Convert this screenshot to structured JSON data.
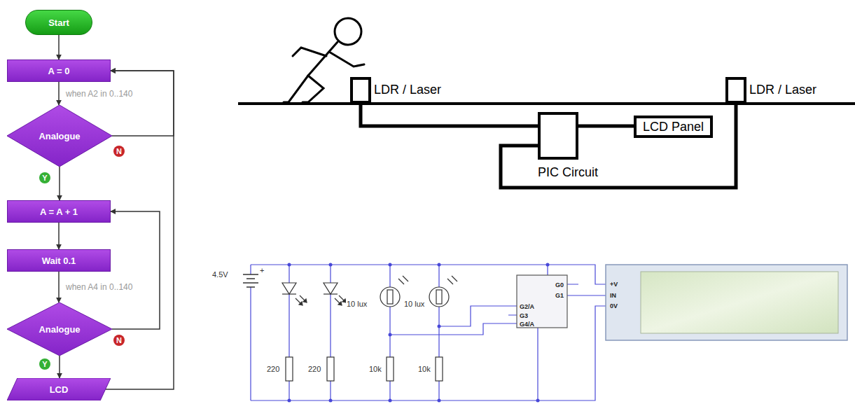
{
  "diagram": {
    "nodes": [
      {
        "text": [
          "Start"
        ]
      },
      {
        "text": [
          "A = 0"
        ]
      },
      {
        "text": [
          "Analogue"
        ]
      },
      {
        "text": [
          "A = A + 1"
        ]
      },
      {
        "text": [
          "Wait 0.1"
        ]
      },
      {
        "text": [
          "Analogue"
        ]
      },
      {
        "text": [
          "LCD"
        ]
      },
      {
        "text": [
          "LDR / Laser"
        ]
      },
      {
        "text": [
          "LDR / Laser"
        ]
      },
      {
        "text": [
          "PIC Circuit"
        ]
      },
      {
        "text": [
          "LCD Panel"
        ]
      }
    ],
    "edges": [
      {
        "from": 0,
        "to": 1,
        "arrow": "to"
      },
      {
        "from": 1,
        "to": 2,
        "label": "when A2 in 0..140",
        "arrow": "to"
      },
      {
        "from": 2,
        "to": 3,
        "arrow": "to"
      },
      {
        "from": 2,
        "to": 1,
        "arrow": "to"
      },
      {
        "from": 3,
        "to": 4,
        "arrow": "to"
      },
      {
        "from": 4,
        "to": 5,
        "label": "when A4 in 0..140",
        "arrow": "to"
      },
      {
        "from": 5,
        "to": 6,
        "arrow": "to"
      },
      {
        "from": 5,
        "to": 3,
        "arrow": "to"
      },
      {
        "from": 6,
        "to": 1,
        "arrow": "to"
      },
      {
        "from": 7,
        "to": 9,
        "arrow": "none"
      },
      {
        "from": 9,
        "to": 10,
        "arrow": "none"
      },
      {
        "from": 8,
        "to": 9,
        "arrow": "none"
      }
    ],
    "labels": [
      "N",
      "Y",
      "N",
      "Y",
      "+",
      "4.5V",
      "220",
      "220",
      "10 lux",
      "10 lux",
      "10k",
      "10k",
      "G0",
      "G1",
      "G2/A",
      "G3",
      "G4/A",
      "+V",
      "IN",
      "0V"
    ]
  }
}
